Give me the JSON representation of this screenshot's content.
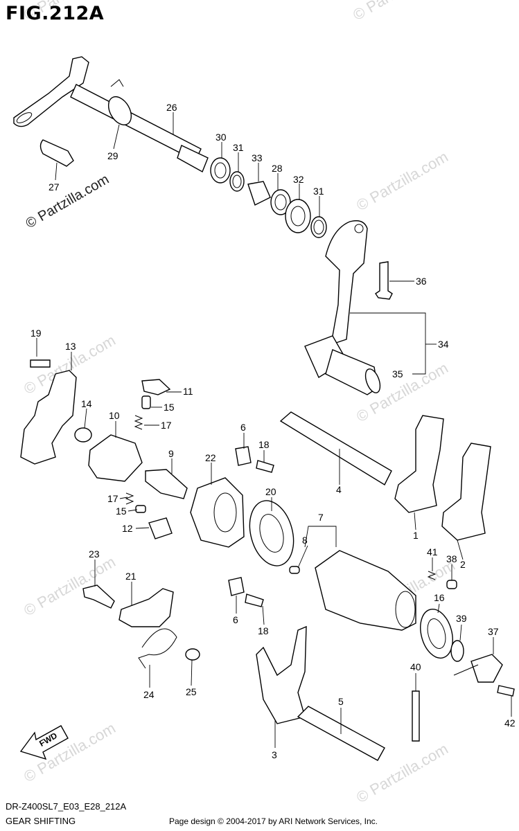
{
  "figure": {
    "title": "FIG.212A",
    "code": "DR-Z400SL7_E03_E28_212A",
    "caption": "GEAR SHIFTING",
    "credit": "Page design © 2004-2017 by ARI Network Services, Inc."
  },
  "watermark": {
    "text": "© Partzilla.com"
  },
  "fwd_label": "FWD",
  "callouts": [
    "26",
    "29",
    "27",
    "30",
    "31",
    "33",
    "28",
    "32",
    "31",
    "36",
    "34",
    "35",
    "19",
    "13",
    "11",
    "15",
    "17",
    "14",
    "10",
    "6",
    "18",
    "9",
    "22",
    "4",
    "17",
    "15",
    "12",
    "20",
    "7",
    "8",
    "1",
    "2",
    "41",
    "38",
    "23",
    "21",
    "6",
    "18",
    "16",
    "39",
    "37",
    "24",
    "25",
    "3",
    "5",
    "40",
    "42"
  ]
}
